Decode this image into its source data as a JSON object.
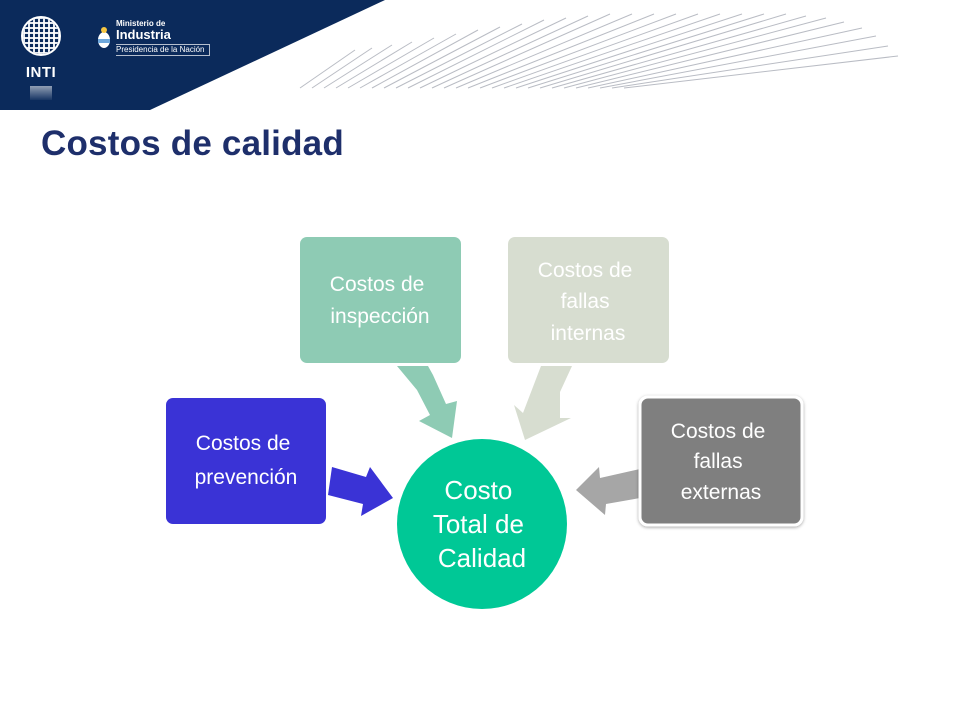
{
  "header": {
    "logo_word": "INTI",
    "ministerio_line1": "Ministerio de",
    "ministerio_line2": "Industria",
    "ministerio_line3": "Presidencia de la Nación"
  },
  "page": {
    "title": "Costos de calidad"
  },
  "diagram": {
    "center": {
      "lines": [
        "Costo",
        "Total de",
        "Calidad"
      ],
      "color": "#00c896"
    },
    "boxes": [
      {
        "lines": [
          "Costos de",
          "prevención"
        ],
        "color": "#3a33d6",
        "text_color": "#ffffff"
      },
      {
        "lines": [
          "Costos de",
          "inspección"
        ],
        "color": "#8ecbb4",
        "text_color": "#ffffff"
      },
      {
        "lines": [
          "Costos de",
          "fallas",
          "internas"
        ],
        "color": "#d7ddd0",
        "text_color": "#ffffff"
      },
      {
        "lines": [
          "Costos de",
          "fallas",
          "externas"
        ],
        "color": "#7f7f7f",
        "text_color": "#ffffff"
      }
    ]
  },
  "colors": {
    "header_navy": "#0b2a5b",
    "title_navy": "#1e2f6b"
  }
}
